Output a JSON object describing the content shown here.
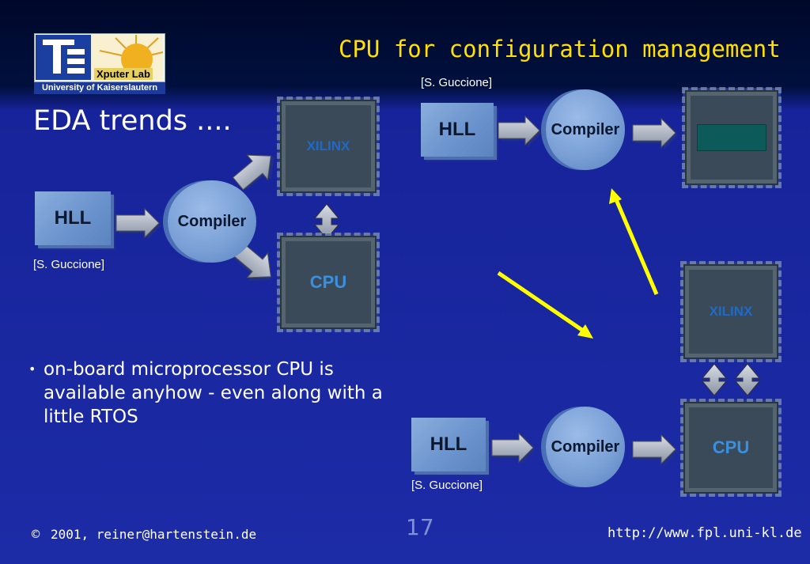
{
  "title": "CPU for configuration management",
  "logo": {
    "lab": "Xputer Lab",
    "university": "University of Kaiserslautern"
  },
  "left_section": {
    "heading": "EDA trends ....",
    "citation": "[S. Guccione]"
  },
  "bullet": {
    "text": "on-board microprocessor CPU is available anyhow - even along with a little RTOS"
  },
  "diagram_labels": {
    "hll": "HLL",
    "compiler": "Compiler",
    "xilinx": "XILINX",
    "cpu": "CPU"
  },
  "top_right": {
    "citation": "[S. Guccione]"
  },
  "bottom_right": {
    "citation": "[S. Guccione]"
  },
  "footer": {
    "copyright_symbol": "©",
    "copyright": "2001, reiner@hartenstein.de",
    "page_number": "17",
    "url": "http://www.fpl.uni-kl.de"
  }
}
